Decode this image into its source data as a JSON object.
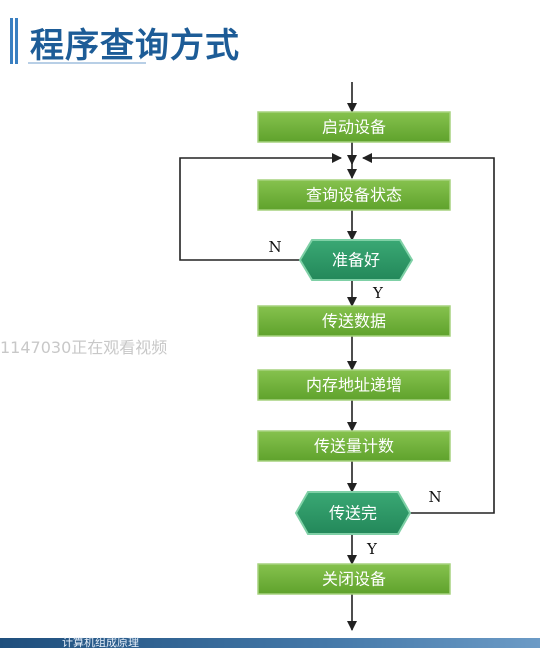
{
  "title": "程序查询方式",
  "flowchart": {
    "nodes": {
      "start_device": "启动设备",
      "query_status": "查询设备状态",
      "ready": "准备好",
      "transfer_data": "传送数据",
      "mem_addr_increment": "内存地址递增",
      "transfer_count": "传送量计数",
      "transfer_done": "传送完",
      "close_device": "关闭设备"
    },
    "branch_labels": {
      "ready_no": "N",
      "ready_yes": "Y",
      "done_no": "N",
      "done_yes": "Y"
    }
  },
  "watermark": "1147030正在观看视频",
  "footer": "计算机组成原理",
  "colors": {
    "box_fill": "#70b23a",
    "box_border": "#8cc65a",
    "decision_fill": "#2f9a66",
    "title": "#1d5c97",
    "line": "#222222"
  }
}
